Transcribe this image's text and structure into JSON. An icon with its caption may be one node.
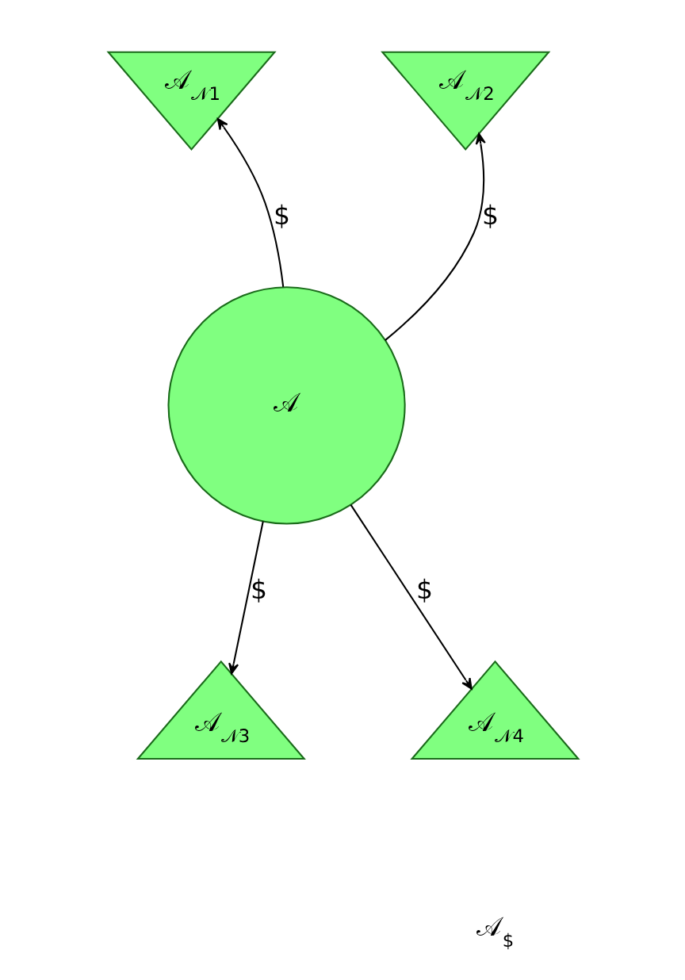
{
  "diagram": {
    "nodes": [
      {
        "text": [
          "𝒜$_{𝒩1}$"
        ]
      },
      {
        "text": [
          "𝒜$_{𝒩2}$"
        ]
      },
      {
        "text": [
          "𝒜"
        ]
      },
      {
        "text": [
          "𝒜$_{𝒩3}$"
        ]
      },
      {
        "text": [
          "𝒜$_{𝒩4}$"
        ]
      }
    ],
    "edges": [
      {
        "from": 2,
        "to": 0,
        "arrow": "to",
        "label": "$"
      },
      {
        "from": 2,
        "to": 1,
        "arrow": "to",
        "label": "$"
      },
      {
        "from": 2,
        "to": 3,
        "arrow": "to",
        "label": "$"
      },
      {
        "from": 2,
        "to": 4,
        "arrow": "to",
        "label": "$"
      }
    ],
    "labels": [
      "𝒜$_{$}$"
    ]
  }
}
